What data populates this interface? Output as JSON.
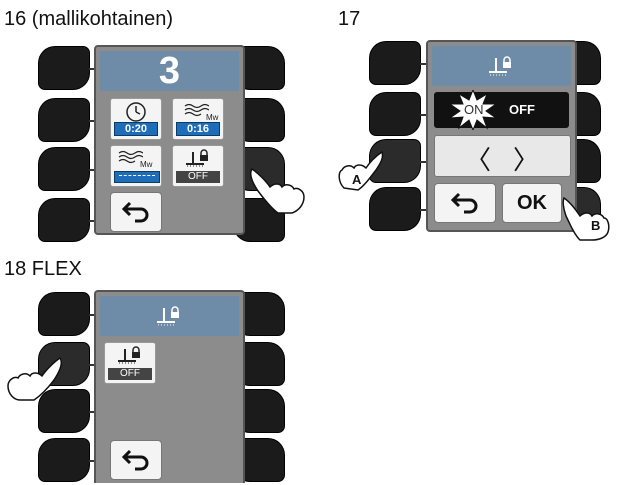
{
  "figures": {
    "fig16": {
      "label": "16 (mallikohtainen)",
      "program_number": "3",
      "tiles": {
        "time_value": "0:20",
        "mw_time_value": "0:16",
        "off_label": "OFF",
        "mw_label": "Mw"
      }
    },
    "fig17": {
      "label": "17",
      "on_label": "ON",
      "off_label": "OFF",
      "ok_label": "OK",
      "callouts": {
        "a": "A",
        "b": "B"
      }
    },
    "fig18": {
      "label": "18 FLEX",
      "off_label": "OFF"
    }
  },
  "colors": {
    "panel_bg": "#8c8c8c",
    "topbar": "#6e8ba8",
    "time_blue": "#1e6db8",
    "button": "#1b1b1b"
  },
  "icons": [
    "clock-icon",
    "microwave-waves-icon",
    "lock-icon",
    "back-arrow-icon",
    "star-burst-icon",
    "hand-pointer-icon"
  ]
}
